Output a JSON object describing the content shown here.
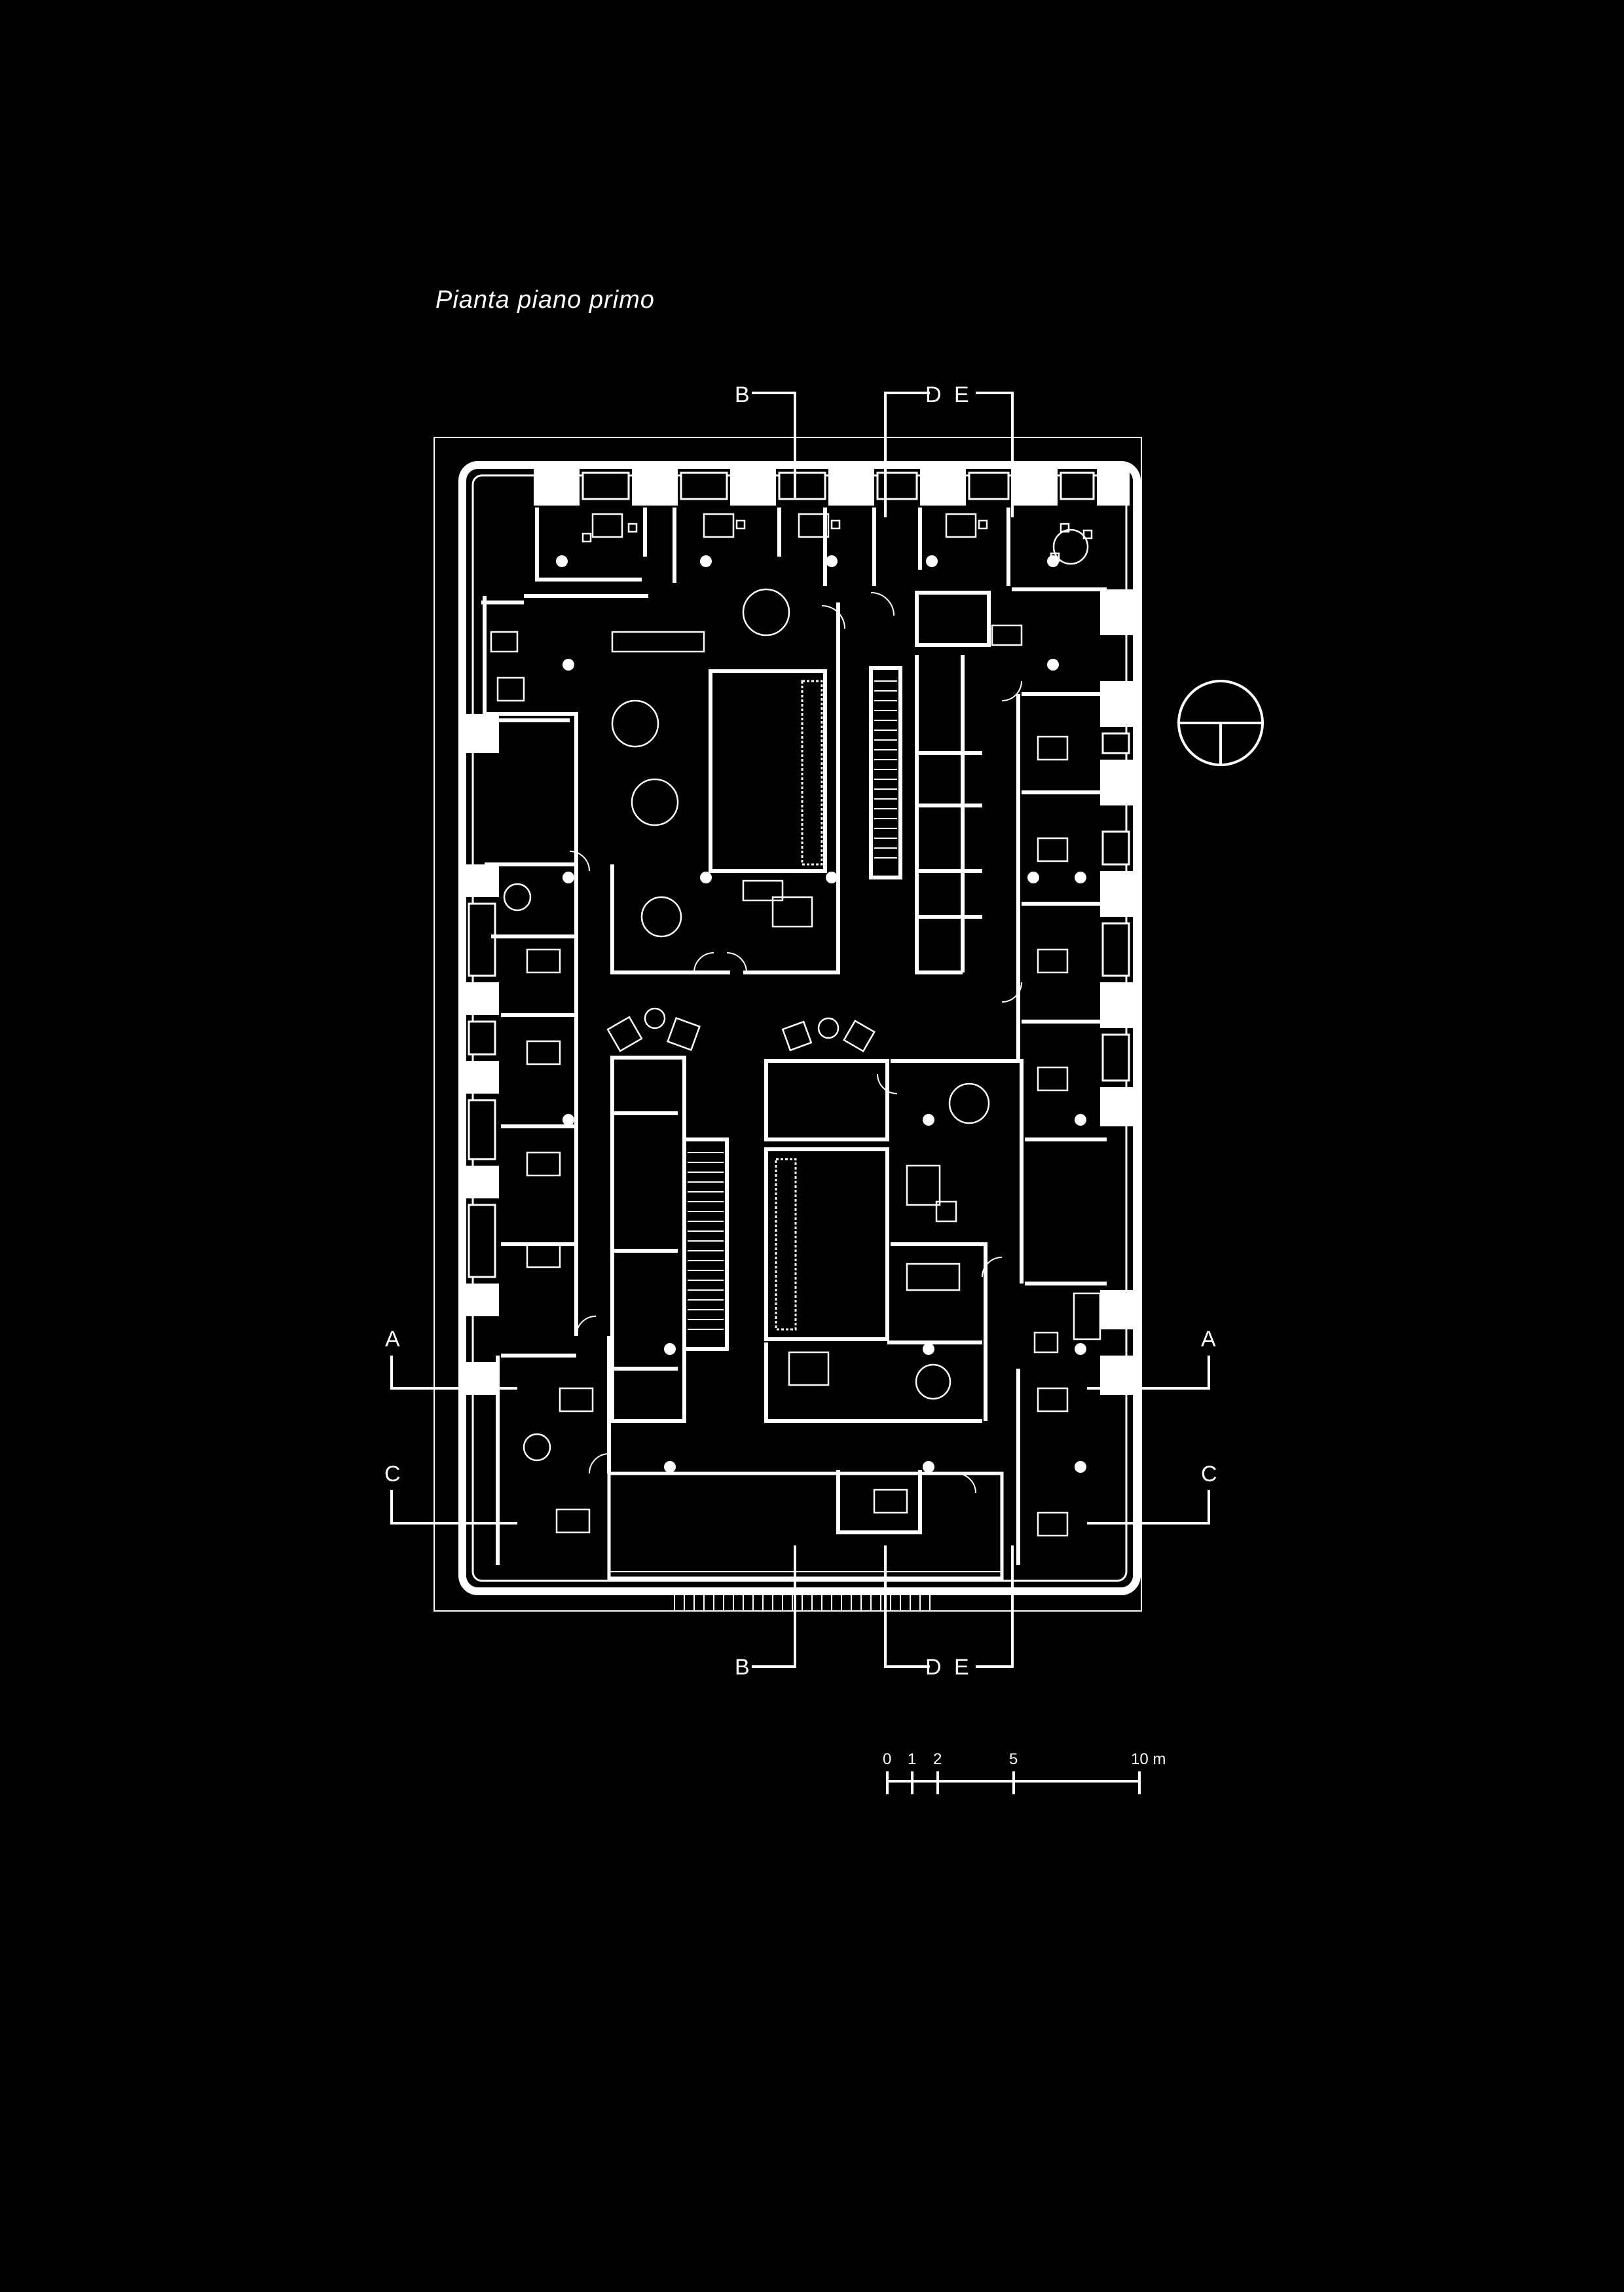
{
  "title": "Pianta piano primo",
  "section_markers": {
    "A": "A",
    "B": "B",
    "C": "C",
    "D": "D",
    "E": "E"
  },
  "scale_bar": {
    "unit": "m",
    "ticks": [
      "0",
      "1",
      "2",
      "5",
      "10 m"
    ]
  },
  "colors": {
    "background": "#000000",
    "lines": "#ffffff"
  },
  "icons": {
    "north_arrow": "north-arrow-icon"
  }
}
